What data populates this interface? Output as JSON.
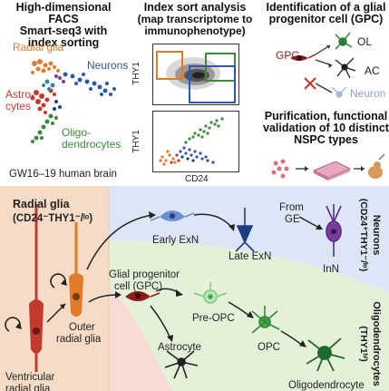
{
  "panel_a": {
    "title_line1": "High-dimensional FACS",
    "title_line2": "Smart-seq3 with",
    "title_line3": "index sorting",
    "labels": {
      "radial_glia": "Radial glia",
      "neurons": "Neurons",
      "astrocytes_1": "Astro-",
      "astrocytes_2": "cytes",
      "oligo_1": "Oligo-",
      "oligo_2": "dendrocytes"
    },
    "footer": "GW16–19 human brain",
    "colors": {
      "radial_glia": "#e07b2a",
      "neurons": "#2e58a8",
      "astrocytes": "#c23a2e",
      "oligodendrocytes": "#3a8a3a"
    }
  },
  "panel_b": {
    "title_line1": "Index sort analysis",
    "title_line2": "(map transcriptome to",
    "title_line3": "immunophenotype)",
    "y_label_top": "THY1",
    "y_label_bottom": "THY1",
    "x_label": "CD24"
  },
  "panel_c": {
    "title_line1": "Identification of a glial",
    "title_line2": "progenitor cell (GPC)",
    "labels": {
      "gpc": "GPC",
      "ol": "OL",
      "ac": "AC",
      "neuron": "Neuron"
    },
    "subtitle_line1": "Purification, functional",
    "subtitle_line2": "validation of 10 distinct",
    "subtitle_line3": "NSPC types"
  },
  "panel_d": {
    "rg_title": "Radial glia",
    "rg_phenotype": "(CD24⁻THY1⁻/ˡᵒ)",
    "outer_rg_1": "Outer",
    "outer_rg_2": "radial glia",
    "ventricular_rg_1": "Ventricular",
    "ventricular_rg_2": "radial glia",
    "gpc_1": "Glial progenitor",
    "gpc_2": "cell (GPC)",
    "early_exn": "Early ExN",
    "late_exn": "Late ExN",
    "from_ge_1": "From",
    "from_ge_2": "GE",
    "inn": "InN",
    "pre_opc": "Pre-OPC",
    "opc": "OPC",
    "oligodendrocyte": "Oligodendrocyte",
    "astrocyte": "Astrocyte",
    "side_neurons_1": "Neurons",
    "side_neurons_2": "(CD24⁺THY1⁻/ˡᵒ)",
    "side_oligo_1": "Oligodendrocytes",
    "side_oligo_2": "(THY1ʰⁱ)",
    "colors": {
      "rg_bg": "#f6dcc6",
      "neuron_bg": "#dde6f6",
      "oligo_bg": "#e4f1d8",
      "astro_bg": "#f7dcd6"
    }
  }
}
